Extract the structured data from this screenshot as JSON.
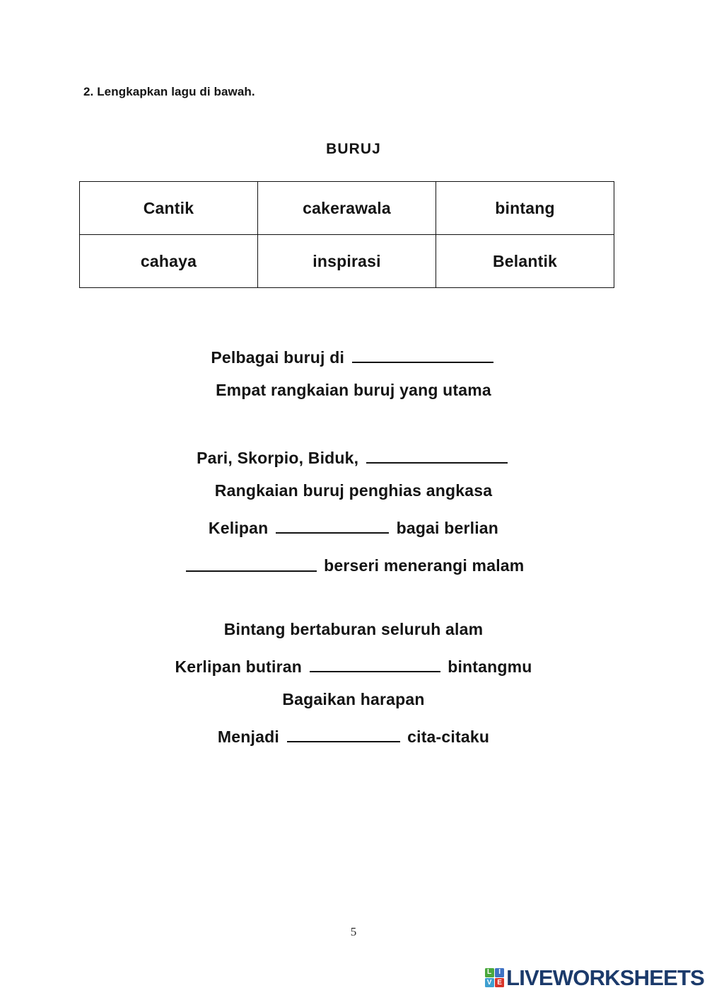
{
  "instruction": "2. Lengkapkan lagu di bawah.",
  "song_title": "BURUJ",
  "word_bank": {
    "rows": [
      [
        "Cantik",
        "cakerawala",
        "bintang"
      ],
      [
        "cahaya",
        "inspirasi",
        "Belantik"
      ]
    ]
  },
  "lyrics": [
    {
      "before": "Pelbagai buruj di ",
      "blank": true,
      "after": ""
    },
    {
      "before": "Empat rangkaian buruj yang utama",
      "blank": false,
      "after": ""
    },
    {
      "before": "Pari, Skorpio, Biduk, ",
      "blank": true,
      "after": ""
    },
    {
      "before": "Rangkaian buruj penghias angkasa",
      "blank": false,
      "after": ""
    },
    {
      "before": "Kelipan ",
      "blank": true,
      "after": " bagai berlian"
    },
    {
      "before": "",
      "blank": true,
      "after": " berseri menerangi malam"
    },
    {
      "before": "Bintang bertaburan seluruh alam",
      "blank": false,
      "after": ""
    },
    {
      "before": "Kerlipan butiran ",
      "blank": true,
      "after": " bintangmu"
    },
    {
      "before": "Bagaikan harapan",
      "blank": false,
      "after": ""
    },
    {
      "before": "Menjadi ",
      "blank": true,
      "after": " cita-citaku"
    }
  ],
  "page_number": "5",
  "logo": {
    "wordmark": "LIVEWORKSHEETS",
    "tiles": [
      {
        "letter": "L",
        "color": "#4aa83d"
      },
      {
        "letter": "I",
        "color": "#3e72c4"
      },
      {
        "letter": "V",
        "color": "#3e9fd0"
      },
      {
        "letter": "E",
        "color": "#d8352a"
      }
    ],
    "wordmark_color": "#1b3a6b"
  }
}
